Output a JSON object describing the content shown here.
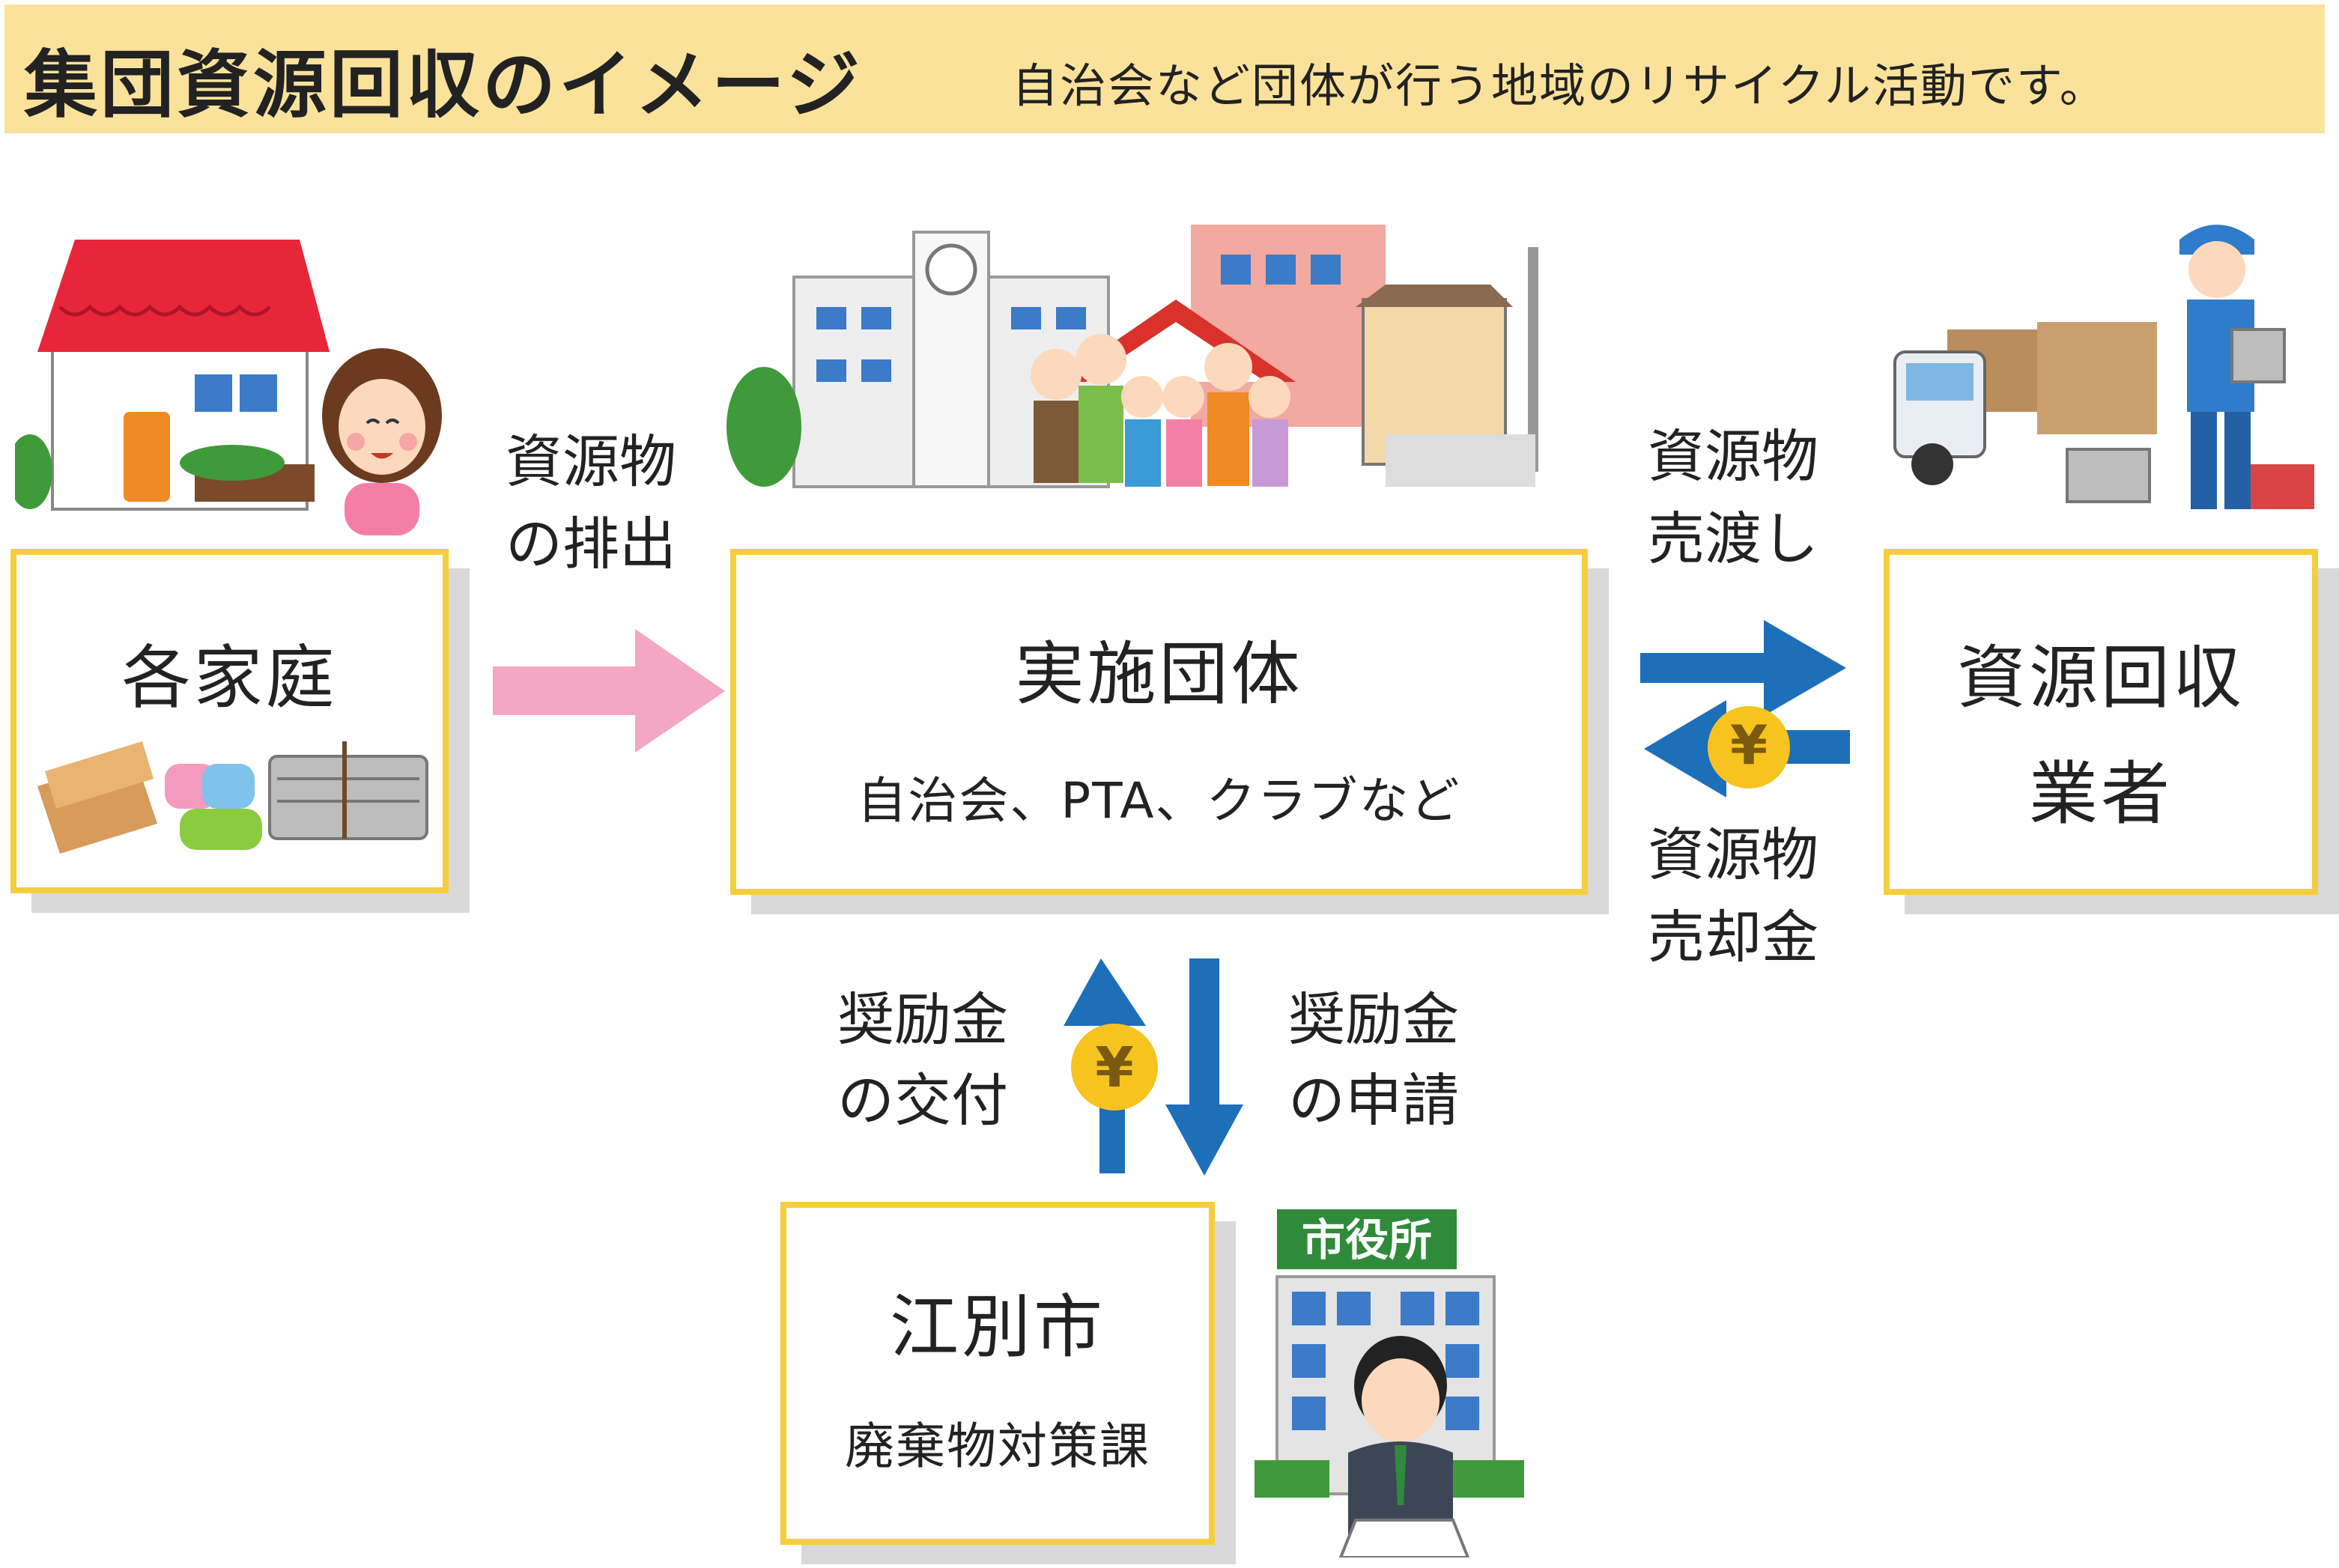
{
  "header": {
    "title": "集団資源回収のイメージ",
    "subtitle": "自治会など団体が行う地域のリサイクル活動です。"
  },
  "nodes": {
    "household": {
      "label": "各家庭"
    },
    "group": {
      "label": "実施団体",
      "sub": "自治会、PTA、クラブなど"
    },
    "collector": {
      "label_line1": "資源回収",
      "label_line2": "業者"
    },
    "city": {
      "label": "江別市",
      "sub": "廃棄物対策課"
    }
  },
  "edges": {
    "discharge": {
      "line1": "資源物",
      "line2": "の排出"
    },
    "transfer": {
      "line1": "資源物",
      "line2": "売渡し"
    },
    "payment": {
      "line1": "資源物",
      "line2": "売却金"
    },
    "subsidy_grant": {
      "line1": "奨励金",
      "line2": "の交付"
    },
    "subsidy_apply": {
      "line1": "奨励金",
      "line2": "の申請"
    }
  },
  "symbols": {
    "yen": "¥"
  },
  "city_hall_sign": "市役所",
  "colors": {
    "header_bg": "#fbe29b",
    "box_border": "#f6cd3d",
    "pink_arrow": "#f4a7c3",
    "blue_arrow": "#1d6fba",
    "coin": "#f7c31f",
    "green_sign": "#2f8b3a"
  },
  "icons": [
    "house-icon",
    "woman-icon",
    "recyclables-icon",
    "school-building-icon",
    "community-group-icon",
    "truck-icon",
    "worker-icon",
    "city-hall-icon",
    "official-icon",
    "yen-coin-icon"
  ]
}
